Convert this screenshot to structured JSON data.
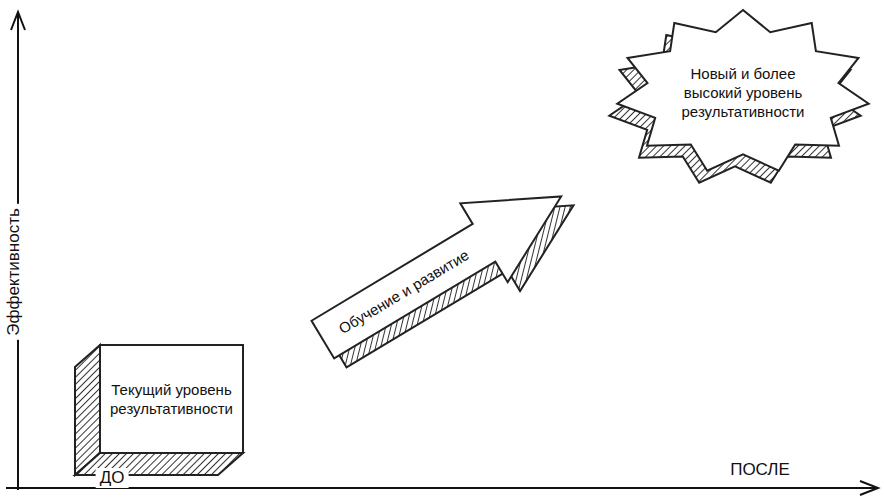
{
  "diagram": {
    "nodes": [
      {
        "text": [
          "Текущий уровень результативности"
        ]
      },
      {
        "text": [
          "Обучение и развитие"
        ]
      },
      {
        "text": [
          "Новый и более высокий уровень результативности"
        ]
      }
    ],
    "labels": [
      "Эффективность",
      "ДО",
      "ПОСЛЕ"
    ]
  }
}
